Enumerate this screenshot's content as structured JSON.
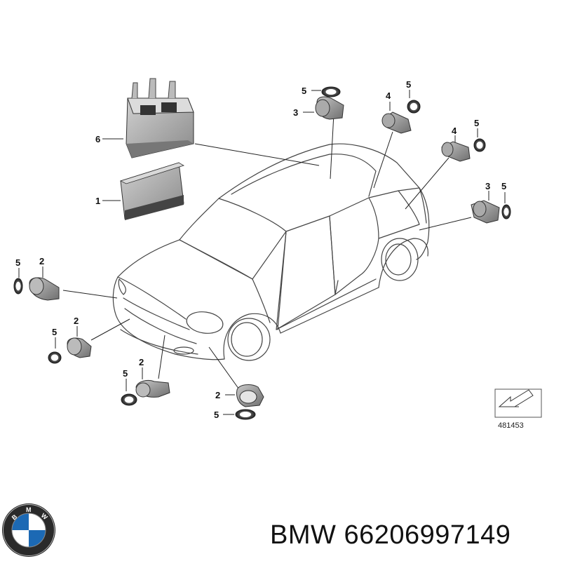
{
  "diagram": {
    "callouts": [
      {
        "id": "c6",
        "label": "6"
      },
      {
        "id": "c1",
        "label": "1"
      },
      {
        "id": "c5a",
        "label": "5"
      },
      {
        "id": "c3a",
        "label": "3"
      },
      {
        "id": "c4a",
        "label": "4"
      },
      {
        "id": "c5b",
        "label": "5"
      },
      {
        "id": "c4b",
        "label": "4"
      },
      {
        "id": "c5c",
        "label": "5"
      },
      {
        "id": "c3b",
        "label": "3"
      },
      {
        "id": "c5d",
        "label": "5"
      },
      {
        "id": "c5e",
        "label": "5"
      },
      {
        "id": "c2a",
        "label": "2"
      },
      {
        "id": "c5f",
        "label": "5"
      },
      {
        "id": "c2b",
        "label": "2"
      },
      {
        "id": "c5g",
        "label": "5"
      },
      {
        "id": "c2c",
        "label": "2"
      },
      {
        "id": "c2d",
        "label": "2"
      },
      {
        "id": "c5h",
        "label": "5"
      }
    ],
    "reference_number": "481453"
  },
  "footer": {
    "brand": "BMW",
    "part_number": "66206997149",
    "logo_letters": "BMW"
  }
}
